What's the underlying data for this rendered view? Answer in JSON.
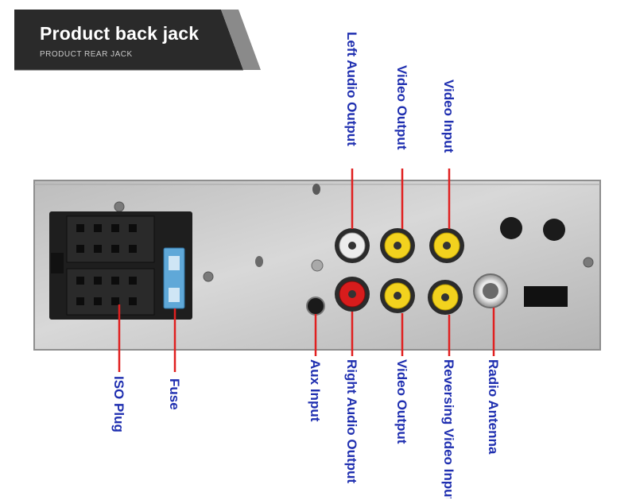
{
  "header": {
    "title": "Product back jack",
    "subtitle": "PRODUCT REAR JACK"
  },
  "colors": {
    "panel": "#c9c9c9",
    "label_text": "#1f2fb0",
    "leader_line": "#e02020",
    "banner_bg": "#2a2a2a",
    "banner_accent": "#8a8a8a"
  },
  "callouts": {
    "top": [
      {
        "label": "Left Audio Output",
        "jack_color": "#ececec"
      },
      {
        "label": "Video Output",
        "jack_color": "#f2d21e"
      },
      {
        "label": "Video Input",
        "jack_color": "#f2d21e"
      }
    ],
    "bottom": [
      {
        "label": "ISO Plug"
      },
      {
        "label": "Fuse"
      },
      {
        "label": "Aux Input"
      },
      {
        "label": "Right Audio Output",
        "jack_color": "#d81c1c"
      },
      {
        "label": "Video Output",
        "jack_color": "#f2d21e"
      },
      {
        "label": "Reversing Video Input",
        "jack_color": "#f2d21e"
      },
      {
        "label": "Radio Antenna"
      }
    ]
  }
}
